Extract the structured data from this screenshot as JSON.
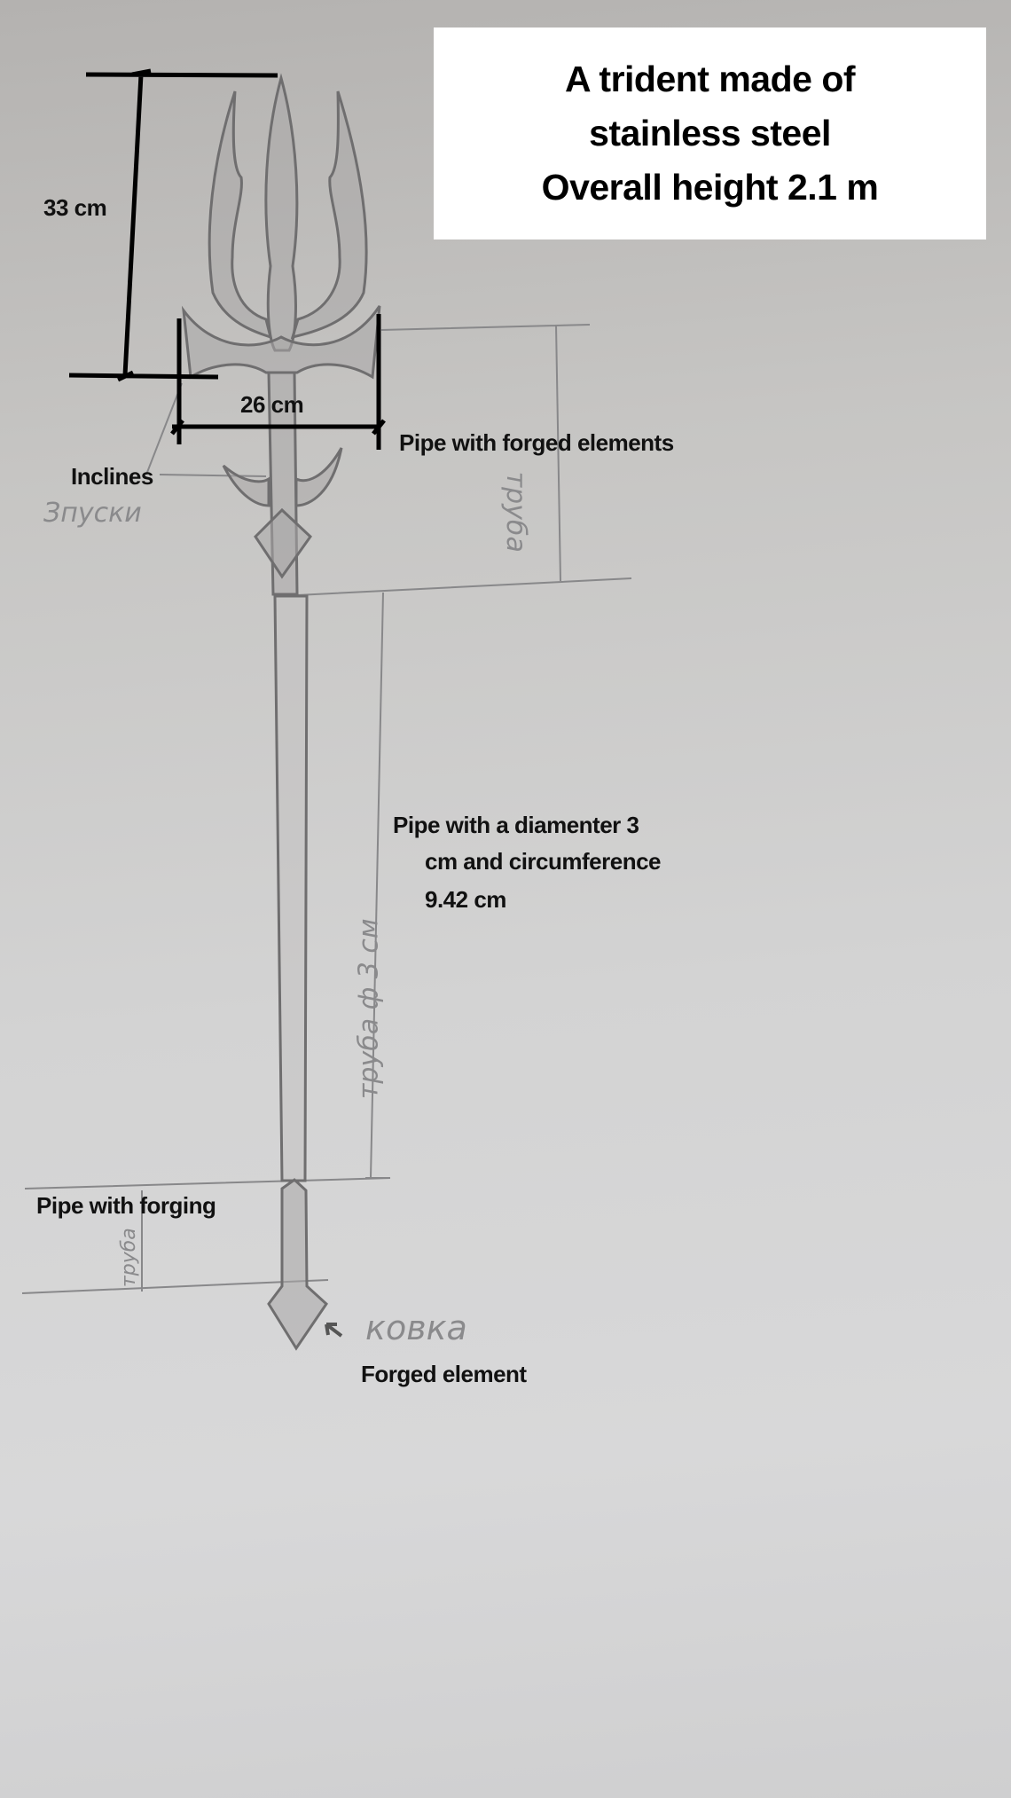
{
  "title": {
    "lines": [
      "A trident made of",
      "stainless steel",
      "Overall height 2.1 m"
    ]
  },
  "dimensions": {
    "height_label": "33 cm",
    "width_label": "26 cm"
  },
  "annotations": {
    "pipe_forged_elements": "Pipe with forged elements",
    "inclines": "Inclines",
    "pipe_diameter_line1": "Pipe with a diamenter 3",
    "pipe_diameter_line2": "cm and circumference",
    "pipe_diameter_line3": "9.42 cm",
    "pipe_with_forging": "Pipe with forging",
    "forged_element": "Forged element"
  },
  "handwritten": {
    "inclines_ru": "Зпуски",
    "pipe_ru": "труба",
    "pipe_diameter_ru": "труба ф 3 см",
    "pipe_bottom_ru": "труба",
    "forging_ru": "ковка"
  },
  "colors": {
    "ink": "#111111",
    "pencil": "#7e7e80"
  }
}
